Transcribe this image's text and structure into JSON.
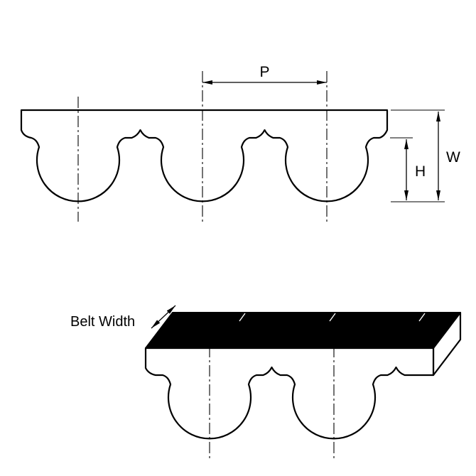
{
  "diagram": {
    "labels": {
      "pitch": "P",
      "width": "W",
      "height": "H",
      "belt_width": "Belt Width"
    },
    "colors": {
      "line": "#000000",
      "belt_fill": "#ffffff",
      "belt_back_fill": "#000000",
      "background": "#ffffff"
    }
  }
}
